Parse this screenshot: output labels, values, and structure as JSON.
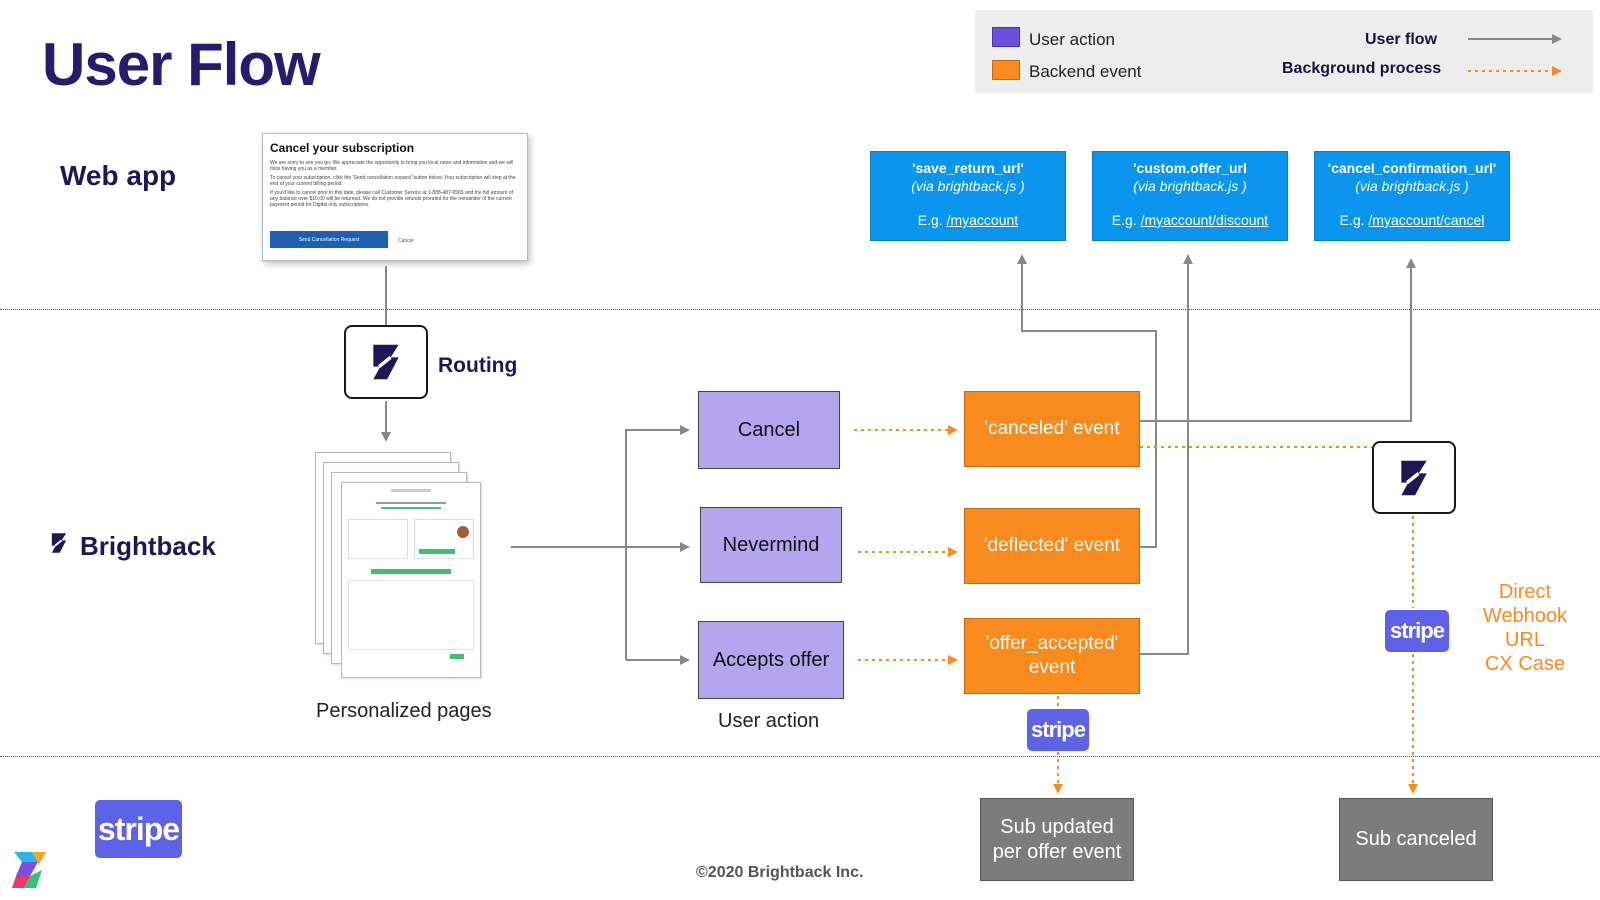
{
  "title": "User Flow",
  "legend": {
    "user_action": "User action",
    "backend_event": "Backend event",
    "user_flow": "User flow",
    "background_process": "Background process",
    "colors": {
      "user_action": "#6b4fe0",
      "backend_event": "#f98a1e",
      "user_flow_arrow": "#888888",
      "background_arrow": "#f98a1e"
    }
  },
  "lanes": {
    "web_app": "Web app",
    "brightback": "Brightback",
    "stripe": "stripe"
  },
  "cancel_dialog": {
    "heading": "Cancel your subscription",
    "p1": "We are sorry to see you go. We appreciate the opportunity to bring you local news and information and we will miss having you as a member.",
    "p2": "To cancel your subscription, click the 'Send cancellation request' button below. Your subscription will stop at the end of your current billing period.",
    "p3": "If you'd like to cancel prior to this date, please call Customer Service at 1-888-487-9565 and the full amount of any balance over $10.00 will be returned. We do not provide refunds prorated for the remainder of the current payment period for Digital only subscriptions.",
    "send_button": "Send Cancellation Request",
    "cancel_link": "Cancel"
  },
  "routing_label": "Routing",
  "personalized_pages_label": "Personalized pages",
  "url_boxes": [
    {
      "key": "'save_return_url'",
      "via": "(via brightback.js )",
      "example_prefix": "E.g. ",
      "example": "/myaccount"
    },
    {
      "key": "'custom.offer_url",
      "via": "(via brightback.js )",
      "example_prefix": "E.g. ",
      "example": "/myaccount/discount"
    },
    {
      "key": "'cancel_confirmation_url'",
      "via": "(via brightback.js )",
      "example_prefix": "E.g. ",
      "example": "/myaccount/cancel"
    }
  ],
  "user_actions": {
    "cancel": "Cancel",
    "nevermind": "Nevermind",
    "accepts_offer": "Accepts offer",
    "caption": "User action"
  },
  "backend_events": {
    "canceled": "'canceled' event",
    "deflected": "'deflected' event",
    "offer_accepted_line1": "'offer_accepted'",
    "offer_accepted_line2": "event"
  },
  "stripe_badges": {
    "small": "stripe",
    "right": "stripe",
    "bottom": "stripe"
  },
  "direct_webhook": {
    "line1": "Direct",
    "line2": "Webhook",
    "line3": "URL",
    "line4": "CX Case"
  },
  "sub_boxes": {
    "updated_line1": "Sub updated",
    "updated_line2": "per offer event",
    "canceled": "Sub canceled"
  },
  "copyright": "©2020 Brightback Inc."
}
